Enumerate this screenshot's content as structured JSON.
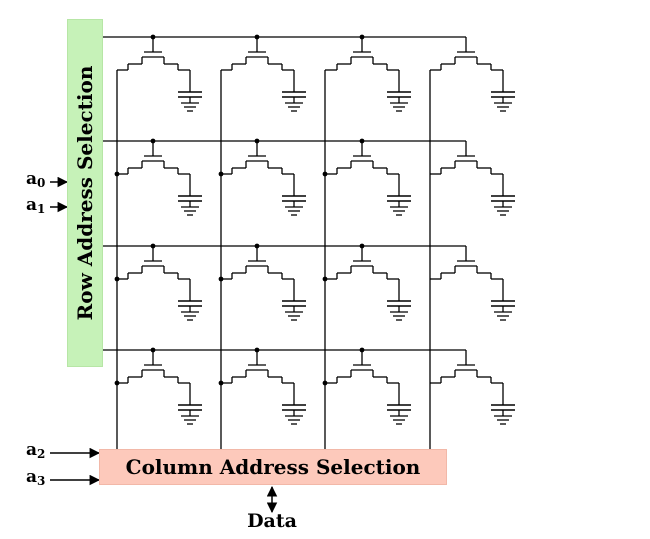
{
  "row_selector": {
    "label": "Row Address Selection",
    "fill": "#c6f2b8"
  },
  "column_selector": {
    "label": "Column Address Selection",
    "fill": "#fdc9bb"
  },
  "row_inputs": [
    {
      "base": "a",
      "index": "0"
    },
    {
      "base": "a",
      "index": "1"
    }
  ],
  "column_inputs": [
    {
      "base": "a",
      "index": "2"
    },
    {
      "base": "a",
      "index": "3"
    }
  ],
  "data_label": "Data",
  "memory_array": {
    "rows": 4,
    "columns": 4
  },
  "line_color": "#000000"
}
